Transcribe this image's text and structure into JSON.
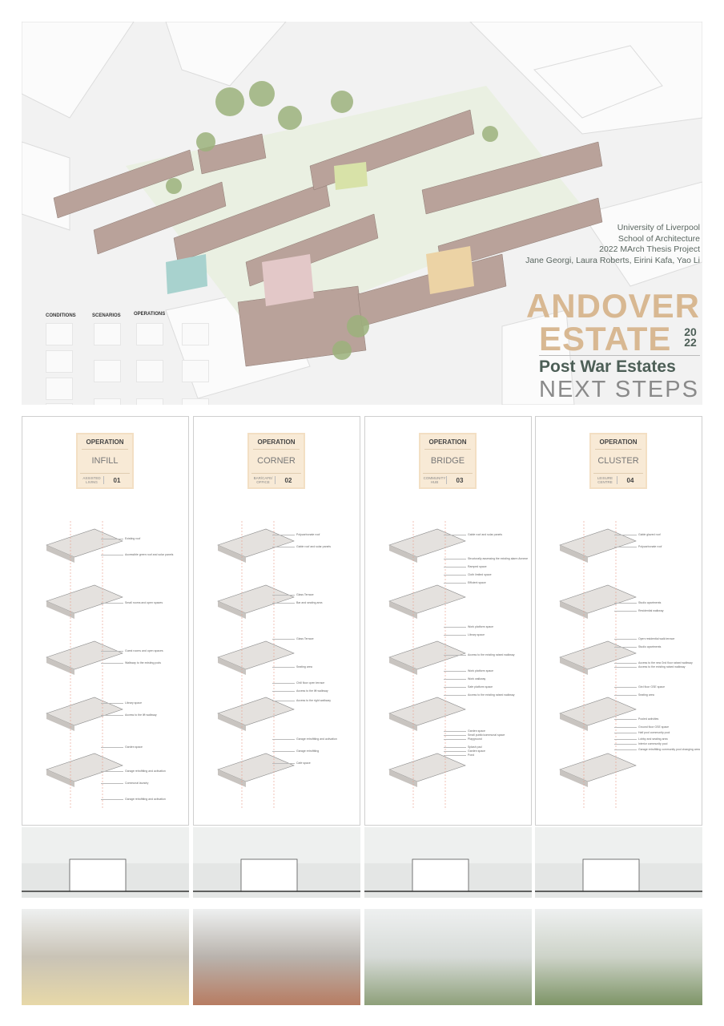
{
  "credits": [
    "University of Liverpool",
    "School of Architecture",
    "2022 MArch Thesis Project",
    "Jane Georgi, Laura Roberts, Eirini Kafa, Yao Li"
  ],
  "title": {
    "line1": "ANDOVER",
    "line2": "ESTATE",
    "year_top": "20",
    "year_bottom": "22",
    "subtitle": "Post War Estates",
    "tagline": "NEXT STEPS"
  },
  "colors": {
    "accent_tan": "#d8b892",
    "accent_green": "#4d5f57",
    "card_bg": "#f8ead6"
  },
  "legend": {
    "conditions": "CONDITIONS",
    "scenarios": "SCENARIOS",
    "operations": "OPERATIONS"
  },
  "operations": [
    {
      "heading": "OPERATION",
      "name": "INFILL",
      "use": "ASSISTED LIVING",
      "number": "01",
      "notes": [
        "Existing roof",
        "Accessible green roof and solar panels",
        "Small rooms and open spaces",
        "Guest rooms and open spaces",
        "Walkway to the existing pods",
        "Library space",
        "Access to the lift walkway",
        "Garden space",
        "Garage retrofitting and activation",
        "Communal laundry",
        "Garage retrofitting and activation"
      ]
    },
    {
      "heading": "OPERATION",
      "name": "CORNER",
      "use": "BAR/CAFE/ OFFICE",
      "number": "02",
      "notes": [
        "Polycarbonate roof",
        "Gable roof and solar panels",
        "Glass Terrace",
        "Bar and seating area",
        "Glass Terrace",
        "Seating area",
        "Chill floor open terrace",
        "Access to the lift walkway",
        "Access to the right walkway",
        "Garage retrofitting and activation",
        "Garage retrofitting",
        "Cafe space"
      ]
    },
    {
      "heading": "OPERATION",
      "name": "BRIDGE",
      "use": "COMMUNITY HUB",
      "number": "03",
      "notes": [
        "Gable roof and solar panels",
        "Structurally assessing the existing alarm Annexe",
        "Ramped space",
        "Cloth limited space",
        "Efficient space",
        "Work platform space",
        "Library space",
        "Access to the existing raised walkway",
        "Work platform space",
        "Work walkway",
        "Safe platform space",
        "Access to the existing raised walkway",
        "Garden space",
        "Small public/communal space",
        "Playground",
        "Splash pad",
        "Garden space",
        "Pond"
      ]
    },
    {
      "heading": "OPERATION",
      "name": "CLUSTER",
      "use": "LEISURE CENTRE",
      "number": "04",
      "notes": [
        "Gable glazed roof",
        "Polycarbonate roof",
        "Studio apartments",
        "Residential walkway",
        "Open residential walk terrace",
        "Studio apartments",
        "Access to the new 2nd floor raised walkway",
        "Access to the existing raised walkway",
        "Gird floor GSE space",
        "Seating area",
        "Pooled activities",
        "Ground floor GSE space",
        "Half pool community pool",
        "Lobby and seating area",
        "Interior community pool",
        "Garage retrofitting community pool changing area"
      ]
    }
  ]
}
